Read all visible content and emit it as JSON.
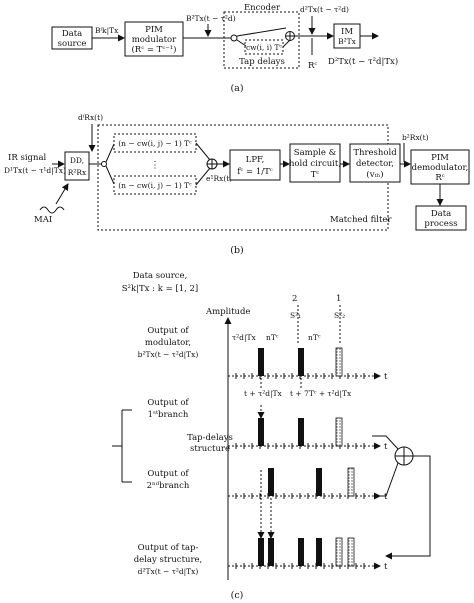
{
  "panel_a": {
    "data_source": [
      "Data",
      "source"
    ],
    "input_label": "Bⁱk|Tx",
    "pim_modulator": [
      "PIM",
      "modulator",
      "(Rᶜ = Tᶜ⁻¹)"
    ],
    "b_signal": "B²Tx(t − τ²d)",
    "encoder": "Encoder",
    "tap_box": "cw(i, i) Tᶜ",
    "tap_delays": "Tap delays",
    "d_signal": "d²Tx(t − τ²d)",
    "im_box": [
      "IM",
      "B²Tx"
    ],
    "rc_label": "Rᶜ",
    "output": "D²Tx(t − τ²d|Tx)",
    "caption": "(a)"
  },
  "panel_b": {
    "d_rx": "dⁱRx(t)",
    "ir_signal": "IR signal",
    "ir_sub": "D¹Tx(t − τ¹d|Tx)",
    "dd_box": [
      "DD,",
      "R²Rx"
    ],
    "branch1": "(n − cw(i, j) − 1) Tᶜ",
    "branch_dots": "⋮",
    "branch2": "(n − cw(i, j) − 1) Tᶜ",
    "lpf": [
      "LPF,",
      "fᶜ = 1/Tᶜ"
    ],
    "e_rx": "e¹Rx(t)",
    "sample_hold": [
      "Sample &",
      "hold circuit,",
      "Tᶜ"
    ],
    "threshold": [
      "Threshold",
      "detector,",
      "(vₜₕ)"
    ],
    "b_rx": "b²Rx(t)",
    "pim_demod": [
      "PIM",
      "demodulator,",
      "Rᶜ"
    ],
    "data_process": [
      "Data",
      "process"
    ],
    "mai": "MAI",
    "matched_filter": "Matched filter",
    "caption": "(b)"
  },
  "panel_c": {
    "data_source": [
      "Data source,",
      "S²k|Tx : k = [1, 2]"
    ],
    "amplitude": "Amplitude",
    "tau": "τ²d|Tx",
    "nTc": "nTᶜ",
    "s1_index": "2",
    "s1": "S²₁",
    "s2_index": "1",
    "s2": "S²₂",
    "t_axis": "t",
    "output_modulator": [
      "Output of",
      "modulator,",
      "b²Tx(t − τ²d|Tx)"
    ],
    "time1": "t + τ²d|Tx",
    "time2": "t + 7Tᶜ + τ²d|Tx",
    "tap_structure": [
      "Tap-delays",
      "structure"
    ],
    "branch1": [
      "Output of",
      "1ˢᵗbranch"
    ],
    "branch2": [
      "Output of",
      "2ⁿᵈbranch"
    ],
    "output_tap": [
      "Output of tap-",
      "delay structure,",
      "d²Tx(t − τ²d|Tx)"
    ],
    "caption": "(c)"
  }
}
